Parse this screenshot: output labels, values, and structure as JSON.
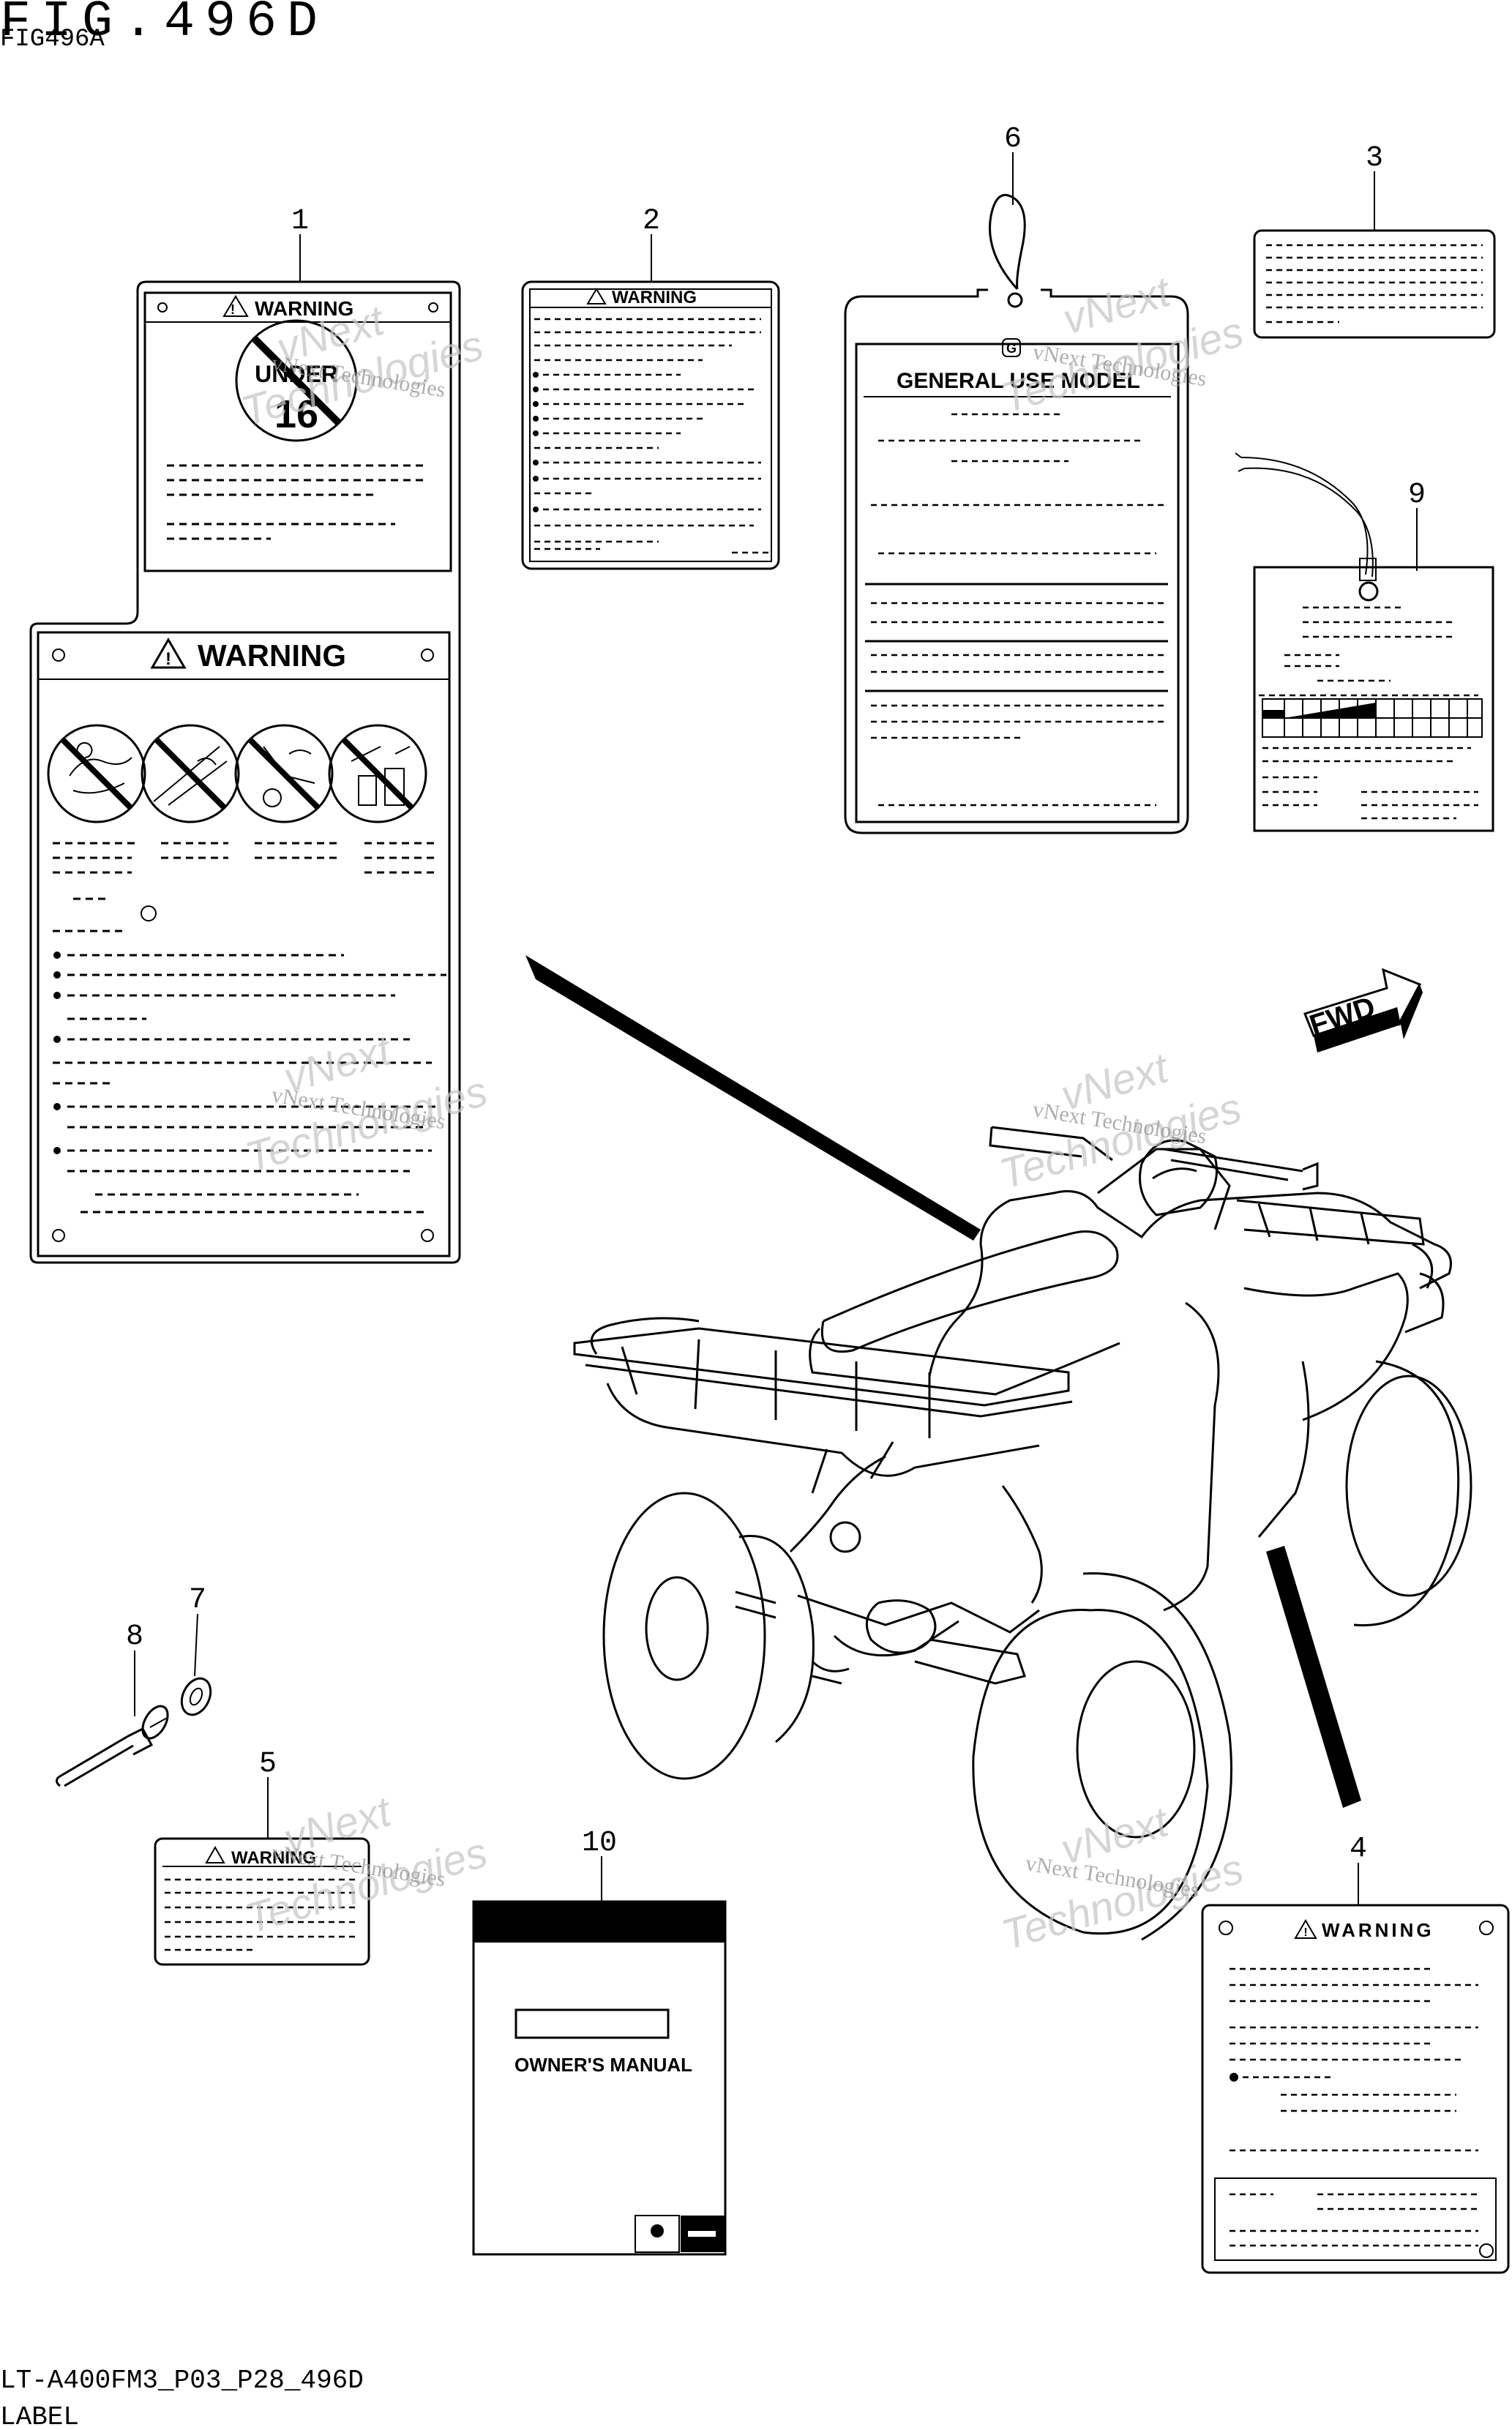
{
  "header": {
    "fig_title": "FIG.496D",
    "fig_ref": "FIG496A"
  },
  "footer": {
    "model_code": "LT-A400FM3_P03_P28_496D",
    "section": "LABEL"
  },
  "watermark": {
    "line1": "vNext",
    "line2": "Technologies",
    "caption": "vNext Technologies"
  },
  "callouts": [
    "1",
    "2",
    "3",
    "4",
    "5",
    "6",
    "7",
    "8",
    "9",
    "10"
  ],
  "labels": {
    "warning": "WARNING",
    "under": "UNDER",
    "age": "16",
    "general_use_model": "GENERAL USE MODEL",
    "owners_manual": "OWNER'S MANUAL",
    "fwd": "FWD"
  },
  "colors": {
    "ink": "#000000",
    "paper": "#ffffff",
    "watermark": "#c8c8c8"
  }
}
